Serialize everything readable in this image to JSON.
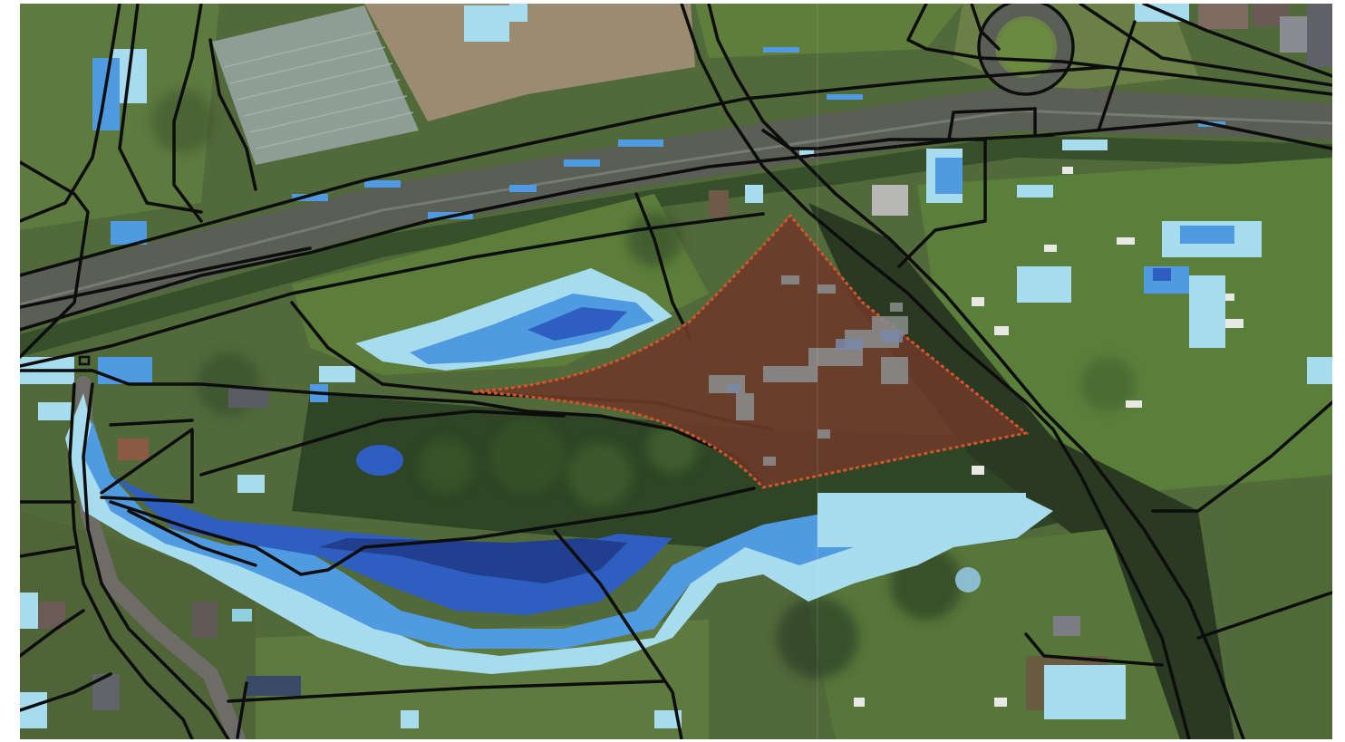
{
  "map": {
    "layers": [
      {
        "name": "aerial-imagery",
        "kind": "raster"
      },
      {
        "name": "flood-depth",
        "kind": "raster"
      },
      {
        "name": "parcel-boundaries",
        "kind": "vector"
      },
      {
        "name": "selected-parcel",
        "kind": "vector"
      }
    ],
    "colors": {
      "field_green": "#55703a",
      "dark_forest": "#2c3d22",
      "road": "#5b5d55",
      "parcel_line": "#0d0d0d",
      "selected_fill": "#6b3a2a",
      "selected_outline": "#d2552c",
      "flood_shallow": "#a6dcee",
      "flood_medium": "#4f9ae0",
      "flood_deep": "#2e5fc0",
      "flood_deepest": "#223f8f",
      "greenhouse": "#8a9a94",
      "frame_background": "#ffffff"
    }
  }
}
